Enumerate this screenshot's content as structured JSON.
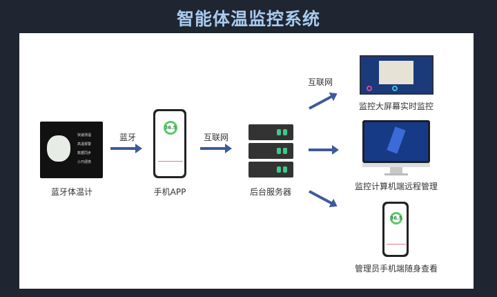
{
  "title": "智能体温监控系统",
  "nodes": {
    "thermometer": {
      "label": "蓝牙体温计",
      "features": [
        "快速测温",
        "高温报警",
        "数据同步",
        "小巧便携"
      ]
    },
    "phone": {
      "label": "手机APP",
      "reading": "36.5"
    },
    "server": {
      "label": "后台服务器"
    },
    "big_screen": {
      "label": "监控大屏幕实时监控"
    },
    "computer": {
      "label": "监控计算机端远程管理"
    },
    "admin_phone": {
      "label": "管理员手机端随身查看",
      "reading": "36.5"
    }
  },
  "edges": {
    "bluetooth": "蓝牙",
    "internet1": "互联网",
    "internet2": "互联网"
  }
}
